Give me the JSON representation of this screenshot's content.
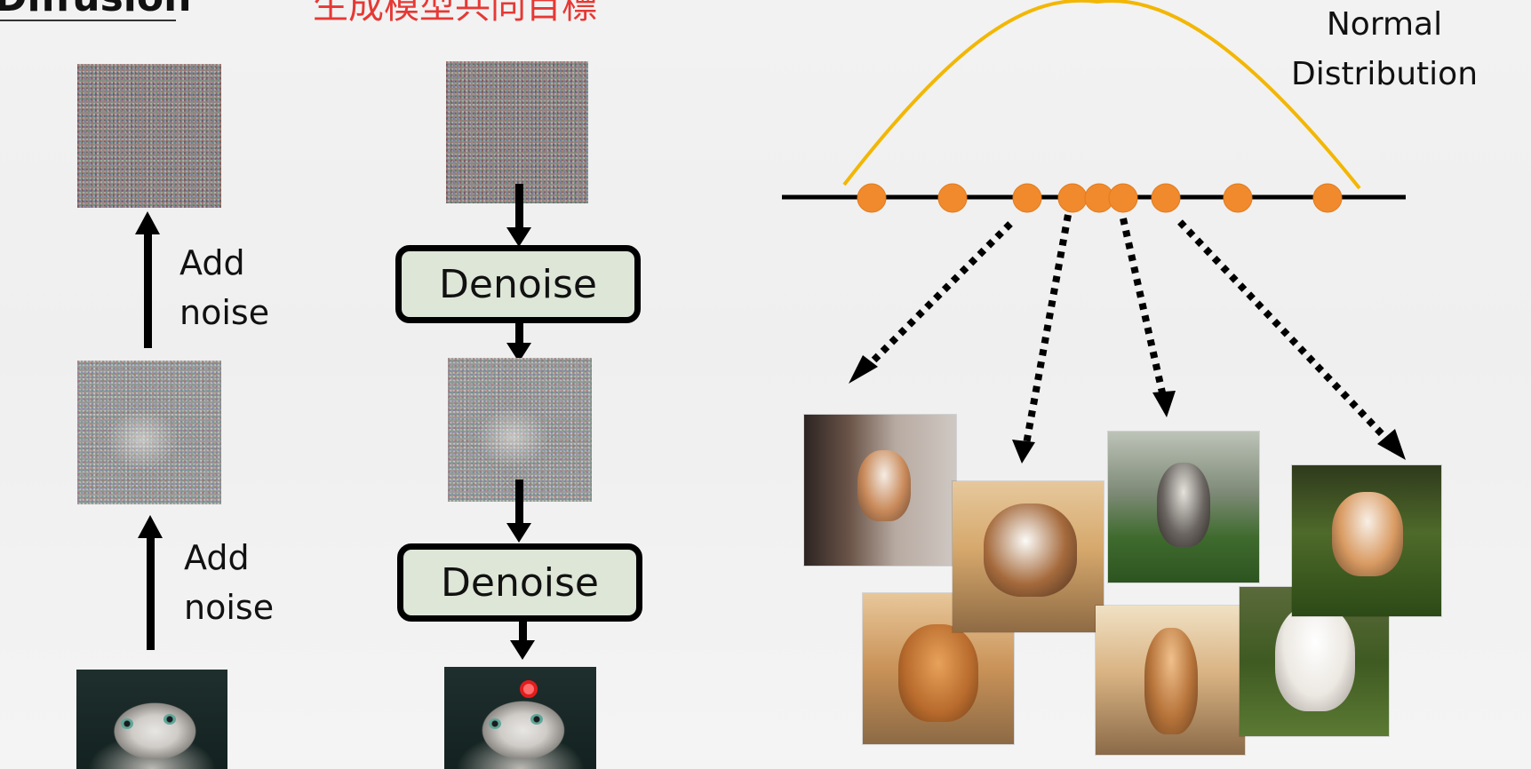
{
  "slide": {
    "title": "Diffusion",
    "subtitle": "生成模型共同目標"
  },
  "forward": {
    "add_noise_labels": [
      "Add noise",
      "Add noise"
    ]
  },
  "reverse": {
    "denoise_labels": [
      "Denoise",
      "Denoise"
    ]
  },
  "distribution": {
    "label_line1": "Normal",
    "label_line2": "Distribution"
  },
  "colors": {
    "curve": "#f2b705",
    "points": "#f08a2c",
    "denoise_fill": "#dde6d7",
    "subtitle": "#e53935",
    "marker": "#e21d1d"
  }
}
